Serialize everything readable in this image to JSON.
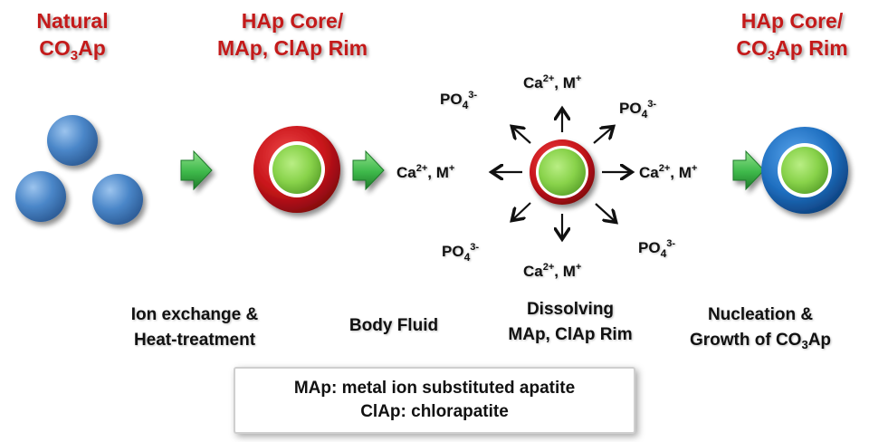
{
  "headings": {
    "natural": {
      "line1": "Natural",
      "line2_pre": "CO",
      "line2_sub": "3",
      "line2_post": "Ap"
    },
    "hap_core_mixed": {
      "line1": "HAp Core/",
      "line2": "MAp, ClAp Rim"
    },
    "hap_core_co3": {
      "line1": "HAp Core/",
      "line2_pre": "CO",
      "line2_sub": "3",
      "line2_post": "Ap Rim"
    }
  },
  "ions": {
    "cation": "Ca",
    "cation_charge": "2+",
    "cation_rest": ", M",
    "cation_rest_charge": "+",
    "phosphate": "PO",
    "phosphate_sub": "4",
    "phosphate_charge": "3-"
  },
  "captions": {
    "ion_exchange": {
      "line1": "Ion exchange &",
      "line2": "Heat-treatment"
    },
    "body_fluid": "Body Fluid",
    "dissolving": {
      "line1": "Dissolving",
      "line2": "MAp, ClAp Rim"
    },
    "nucleation": {
      "line1": "Nucleation &",
      "line2_pre": "Growth of CO",
      "line2_sub": "3",
      "line2_post": "Ap"
    }
  },
  "legend": {
    "line1": "MAp: metal ion substituted apatite",
    "line2": "ClAp: chlorapatite"
  },
  "colors": {
    "heading_red": "#c41a1a",
    "natural_blue": "#4a86c8",
    "core_green": "#88d24a",
    "rim_red": "#c8141a",
    "rim_blue": "#1f6fc0",
    "arrow_green": "#3db84a"
  }
}
